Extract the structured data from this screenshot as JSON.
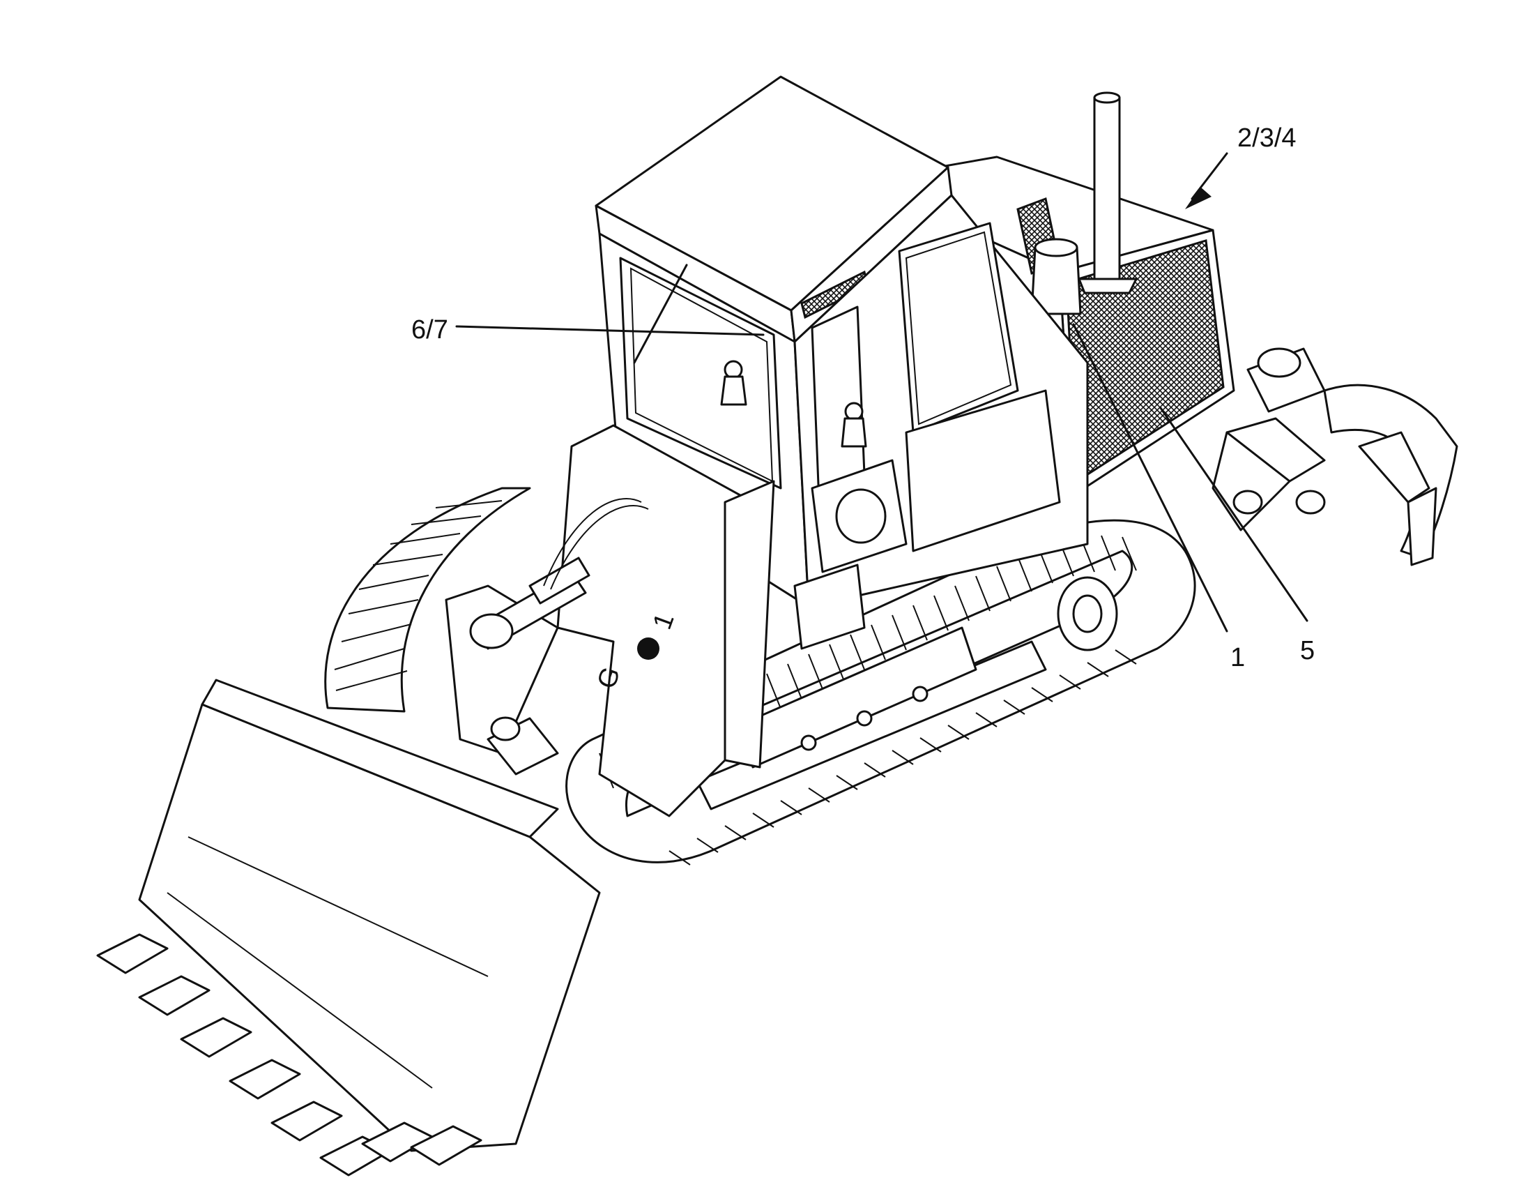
{
  "callouts": [
    {
      "id": "c-1",
      "text": "1"
    },
    {
      "id": "c-5",
      "text": "5"
    },
    {
      "id": "c-234",
      "text": "2/3/4"
    },
    {
      "id": "c-67",
      "text": "6/7"
    }
  ],
  "machine_badge": {
    "left": "G",
    "right": "1"
  }
}
